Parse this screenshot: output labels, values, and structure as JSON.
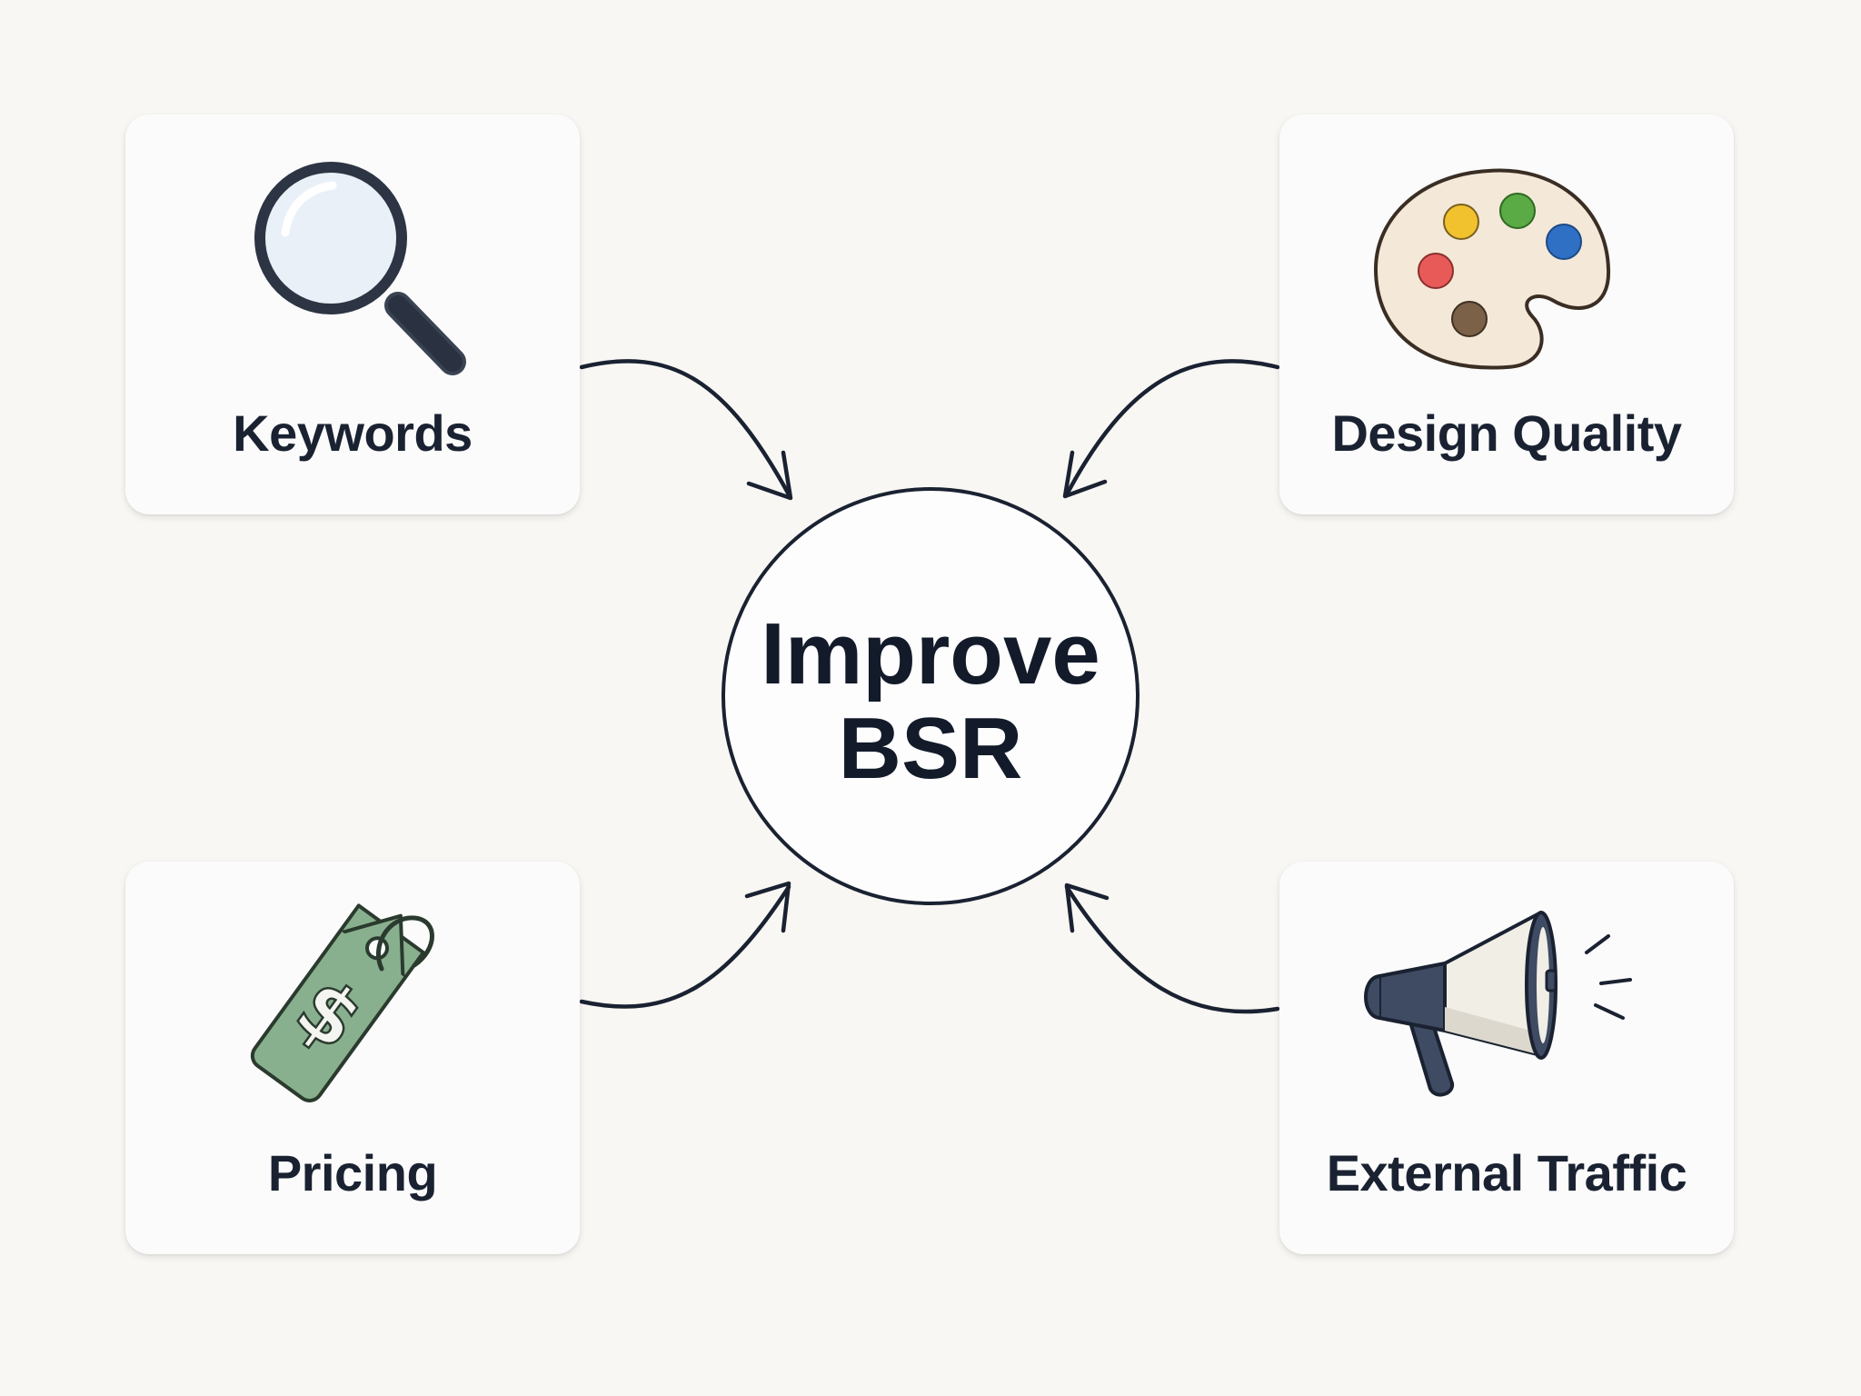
{
  "center": {
    "line1": "Improve",
    "line2": "BSR"
  },
  "nodes": {
    "keywords": {
      "label": "Keywords",
      "icon": "magnifying-glass-icon"
    },
    "design": {
      "label": "Design Quality",
      "icon": "paint-palette-icon"
    },
    "pricing": {
      "label": "Pricing",
      "icon": "price-tag-icon"
    },
    "traffic": {
      "label": "External Traffic",
      "icon": "megaphone-icon"
    }
  },
  "colors": {
    "background": "#f9f7f3",
    "card": "#fbfbfb",
    "ink": "#1a2232",
    "tag_green": "#88b08e",
    "palette_yellow": "#f2c12e",
    "palette_green": "#5aaa45",
    "palette_blue": "#2f6fc4",
    "palette_red": "#e85a58",
    "palette_brown": "#7a6148"
  }
}
